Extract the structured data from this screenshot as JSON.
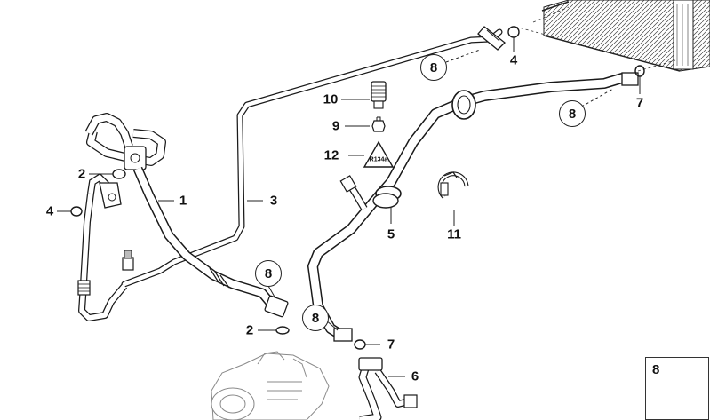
{
  "diagram": {
    "callouts": [
      {
        "id": "l1",
        "text": "1"
      },
      {
        "id": "l2a",
        "text": "2"
      },
      {
        "id": "l2b",
        "text": "2"
      },
      {
        "id": "l3",
        "text": "3"
      },
      {
        "id": "l4a",
        "text": "4"
      },
      {
        "id": "l4b",
        "text": "4"
      },
      {
        "id": "l5",
        "text": "5"
      },
      {
        "id": "l6",
        "text": "6"
      },
      {
        "id": "l7a",
        "text": "7"
      },
      {
        "id": "l7b",
        "text": "7"
      },
      {
        "id": "l9",
        "text": "9"
      },
      {
        "id": "l10",
        "text": "10"
      },
      {
        "id": "l11",
        "text": "11"
      },
      {
        "id": "l12",
        "text": "12"
      }
    ],
    "circled_callouts": [
      {
        "id": "c8a",
        "text": "8"
      },
      {
        "id": "c8b",
        "text": "8"
      },
      {
        "id": "c8c",
        "text": "8"
      },
      {
        "id": "c8d",
        "text": "8"
      }
    ],
    "warning_label_text": "R134a",
    "inset": {
      "number": "8"
    },
    "colors": {
      "line": "#1a1a1a",
      "part_fill": "#ffffff",
      "ghost": "#8a8a8a"
    }
  }
}
